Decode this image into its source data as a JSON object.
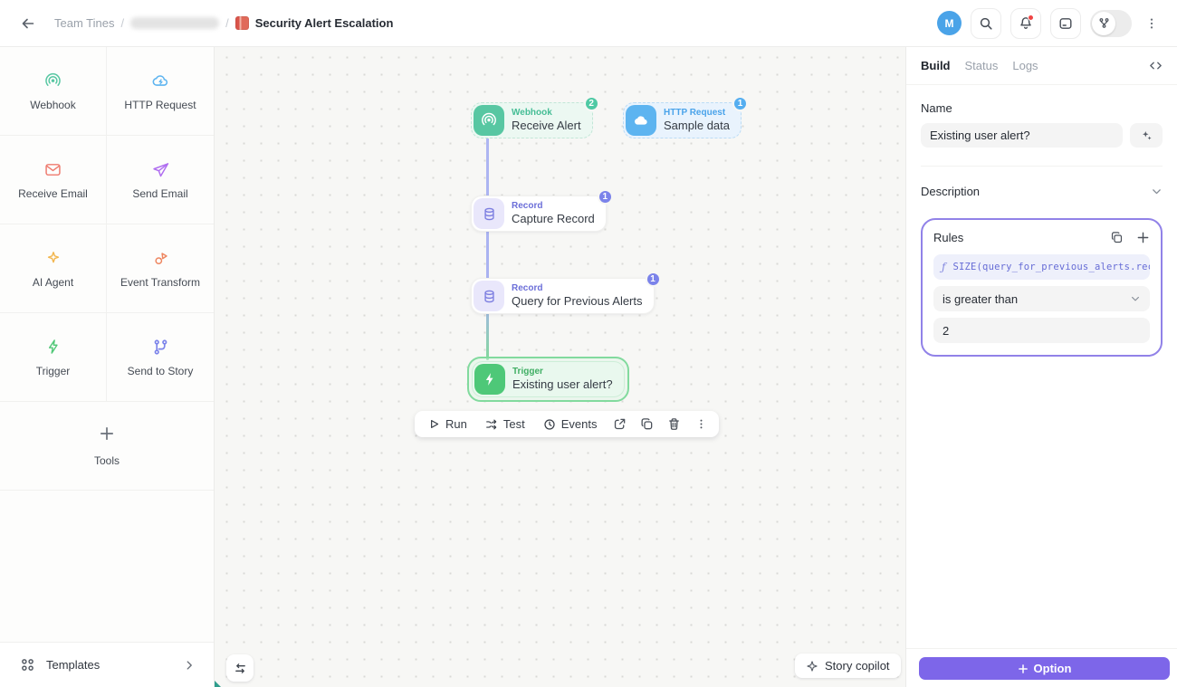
{
  "topbar": {
    "breadcrumb": {
      "team": "Team Tines",
      "separator": "/",
      "story_title": "Security Alert Escalation"
    },
    "avatar_initial": "M"
  },
  "sidebar": {
    "items": [
      {
        "label": "Webhook"
      },
      {
        "label": "HTTP Request"
      },
      {
        "label": "Receive Email"
      },
      {
        "label": "Send Email"
      },
      {
        "label": "AI Agent"
      },
      {
        "label": "Event Transform"
      },
      {
        "label": "Trigger"
      },
      {
        "label": "Send to Story"
      }
    ],
    "tools_label": "Tools",
    "templates_label": "Templates"
  },
  "canvas": {
    "nodes": [
      {
        "type": "Webhook",
        "name": "Receive Alert",
        "badge": "2"
      },
      {
        "type": "HTTP Request",
        "name": "Sample data",
        "badge": "1"
      },
      {
        "type": "Record",
        "name": "Capture Record",
        "badge": "1"
      },
      {
        "type": "Record",
        "name": "Query for Previous Alerts",
        "badge": "1"
      },
      {
        "type": "Trigger",
        "name": "Existing user alert?"
      }
    ],
    "toolbar": {
      "run_label": "Run",
      "test_label": "Test",
      "events_label": "Events"
    },
    "story_copilot_label": "Story copilot"
  },
  "panel": {
    "tabs": [
      {
        "label": "Build"
      },
      {
        "label": "Status"
      },
      {
        "label": "Logs"
      }
    ],
    "name_label": "Name",
    "name_value": "Existing user alert?",
    "description_label": "Description",
    "rules": {
      "title": "Rules",
      "formula_prefix": "ƒ",
      "formula": "SIZE(query_for_previous_alerts.records)",
      "operator": "is greater than",
      "value": "2"
    },
    "option_button_label": "Option"
  },
  "colors": {
    "webhook_teal": "#57c7a2",
    "http_blue": "#5db4f0",
    "record_indigo": "#7b7de0",
    "trigger_green": "#4ec878",
    "accent_purple": "#7d66e9",
    "avatar_blue": "#4aa3e8",
    "notification_red": "#ef4444"
  }
}
